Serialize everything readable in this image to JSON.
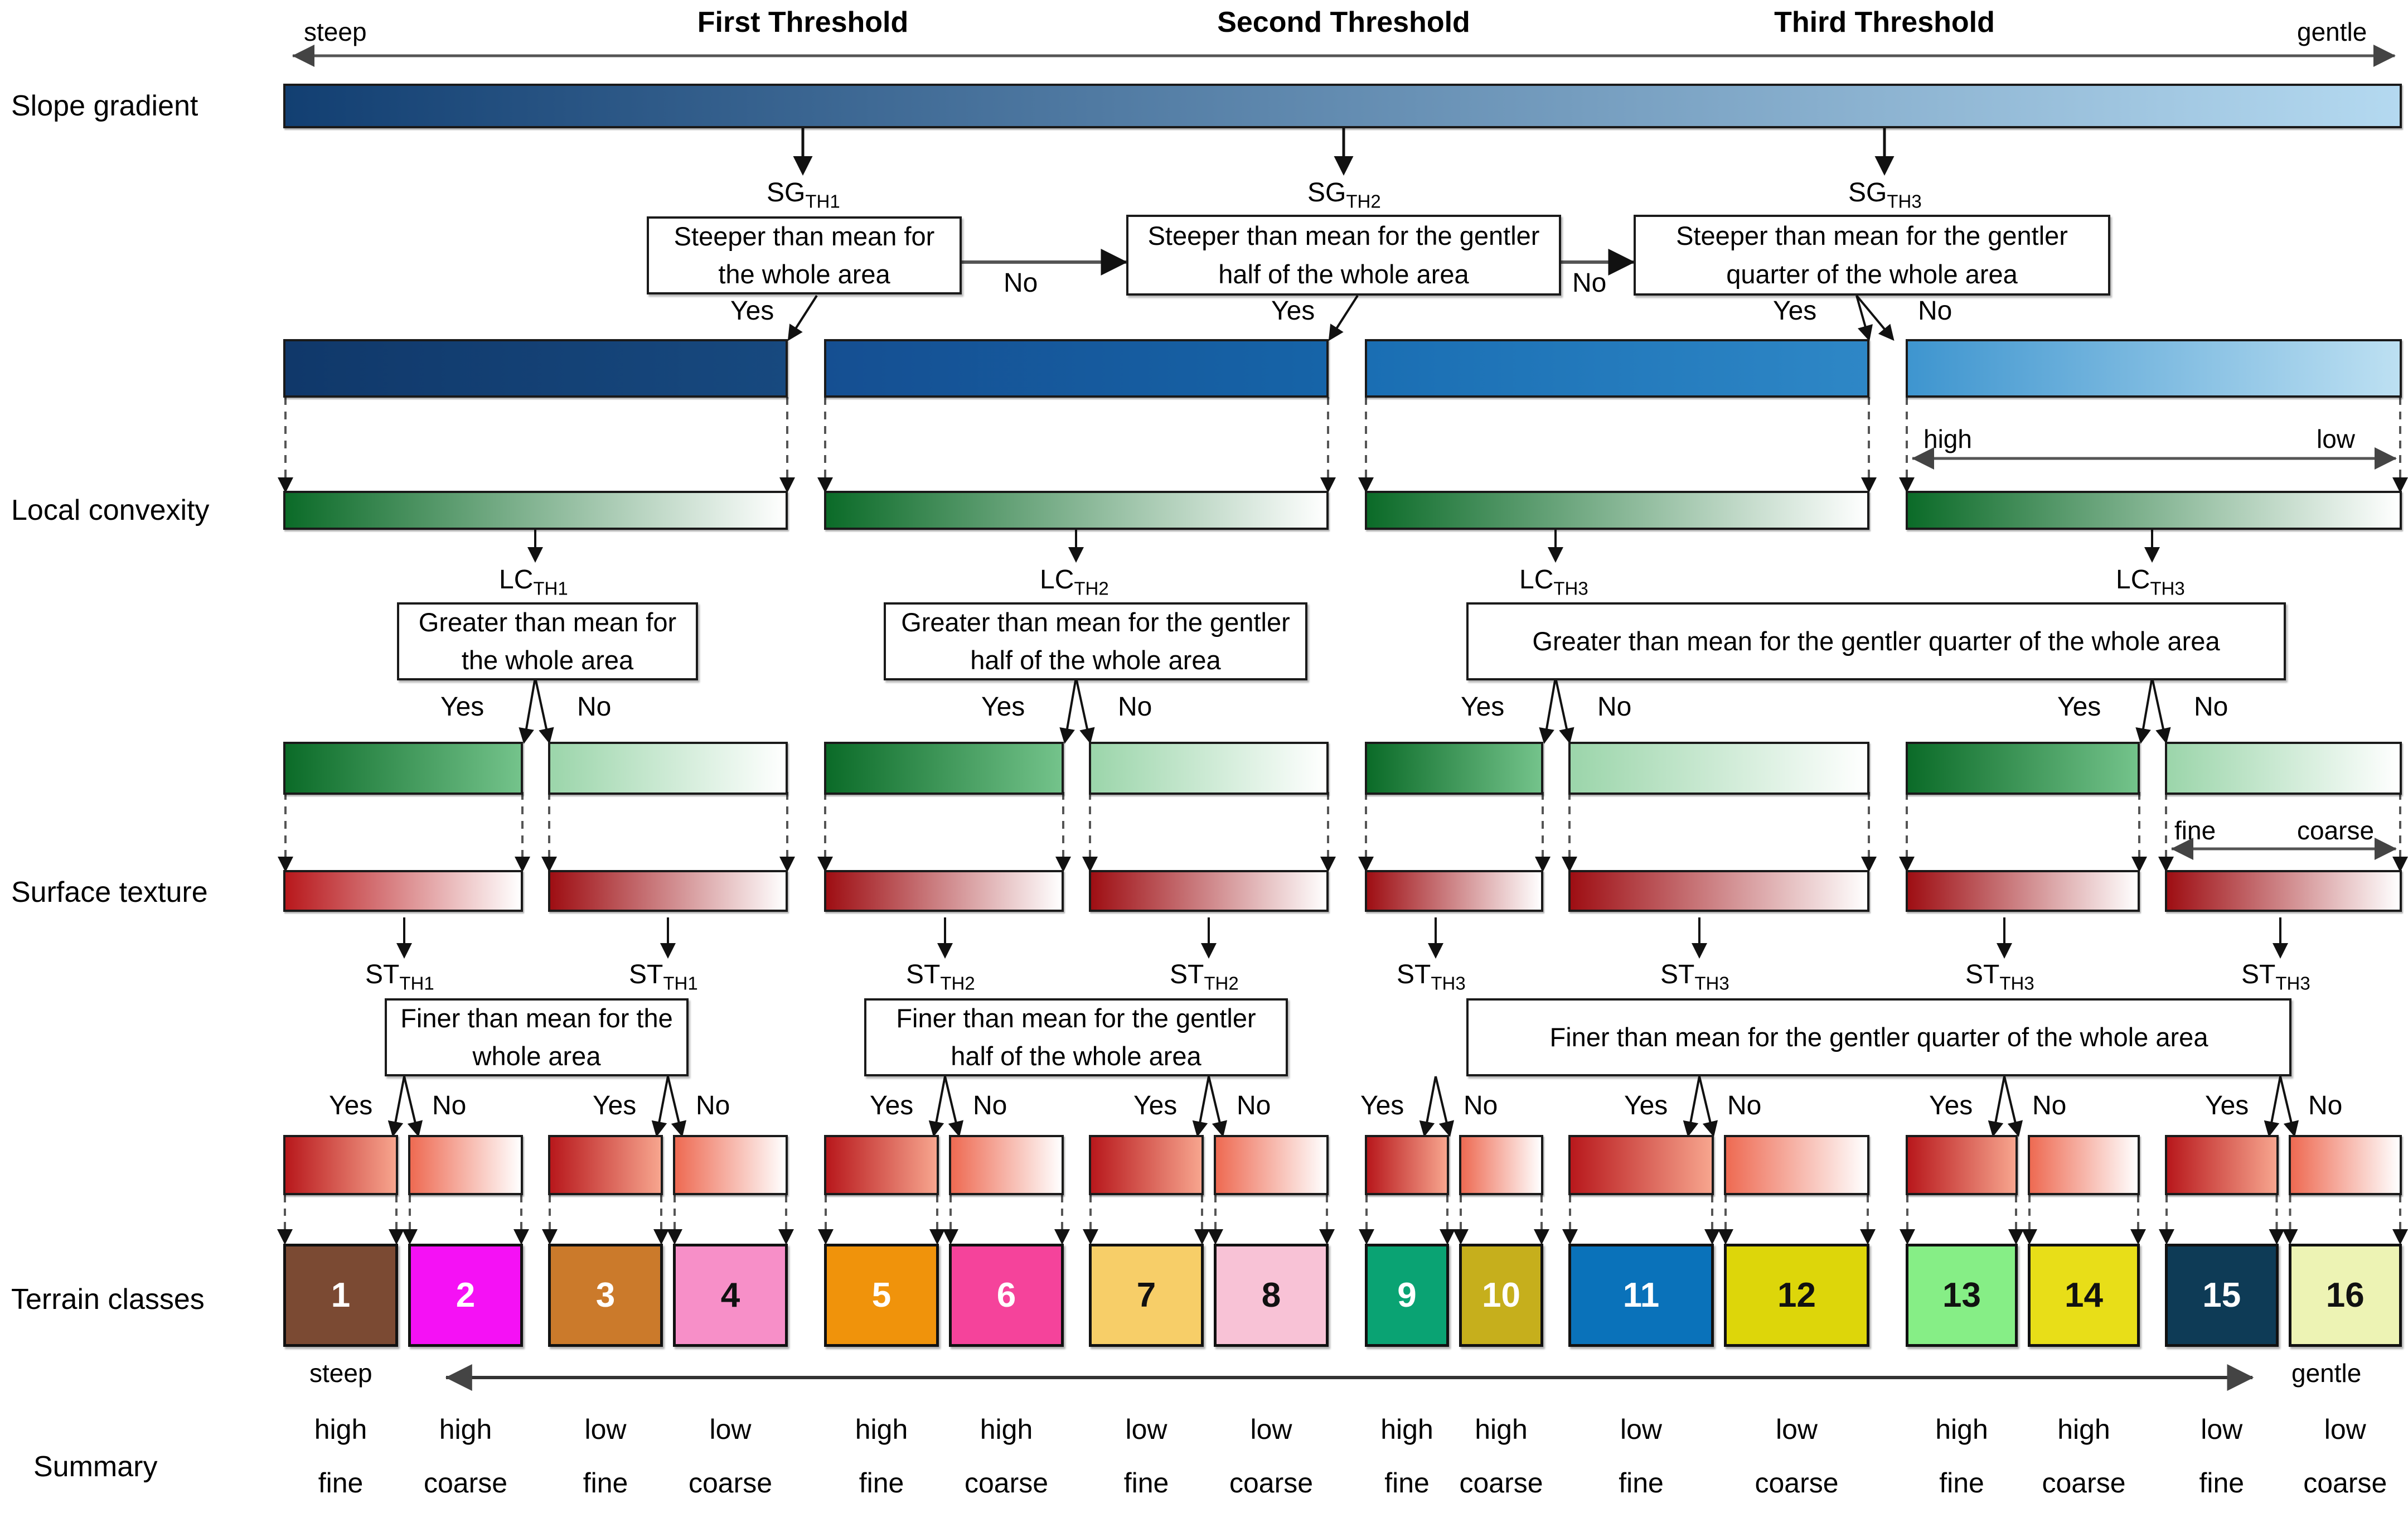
{
  "diagram": {
    "title_row_labels": [
      "First Threshold",
      "Second Threshold",
      "Third Threshold"
    ],
    "row_labels": {
      "slope": "Slope gradient",
      "convexity": "Local convexity",
      "texture": "Surface texture",
      "classes": "Terrain classes",
      "summary": "Summary"
    },
    "axis_top": {
      "left": "steep",
      "right": "gentle"
    },
    "axis_convexity": {
      "left": "high",
      "right": "low"
    },
    "axis_texture": {
      "left": "fine",
      "right": "coarse"
    },
    "axis_bottom": {
      "left": "steep",
      "right": "gentle"
    },
    "answers": {
      "yes": "Yes",
      "no": "No"
    },
    "sg_symbols": [
      "SG",
      "SG",
      "SG"
    ],
    "sg_subs": [
      "TH1",
      "TH2",
      "TH3"
    ],
    "lc_symbols": [
      "LC",
      "LC",
      "LC",
      "LC"
    ],
    "lc_subs": [
      "TH1",
      "TH2",
      "TH3",
      "TH3"
    ],
    "st_symbols": [
      "ST",
      "ST",
      "ST",
      "ST",
      "ST",
      "ST",
      "ST",
      "ST"
    ],
    "st_subs": [
      "TH1",
      "TH1",
      "TH2",
      "TH2",
      "TH3",
      "TH3",
      "TH3",
      "TH3"
    ],
    "sg_boxes": [
      "Steeper than mean for the whole area",
      "Steeper than mean for the gentler half of the whole area",
      "Steeper than mean for the gentler quarter of the whole area"
    ],
    "lc_boxes": [
      "Greater than mean for the whole area",
      "Greater than mean for the gentler half of the whole area",
      "Greater than mean for the  gentler quarter of the whole area"
    ],
    "st_boxes": [
      "Finer than mean for the whole area",
      "Finer than mean for the gentler half of the whole area",
      "Finer than mean for the gentler quarter of the whole area"
    ],
    "terrain_classes": [
      {
        "id": "1",
        "color": "#7B4A33",
        "text_color": "#ffffff"
      },
      {
        "id": "2",
        "color": "#F511F5",
        "text_color": "#ffffff"
      },
      {
        "id": "3",
        "color": "#CB7A2B",
        "text_color": "#ffffff"
      },
      {
        "id": "4",
        "color": "#F78FC8",
        "text_color": "#111111"
      },
      {
        "id": "5",
        "color": "#F0930B",
        "text_color": "#ffffff"
      },
      {
        "id": "6",
        "color": "#F5439B",
        "text_color": "#ffffff"
      },
      {
        "id": "7",
        "color": "#F7CE68",
        "text_color": "#111111"
      },
      {
        "id": "8",
        "color": "#F8C2D6",
        "text_color": "#111111"
      },
      {
        "id": "9",
        "color": "#0AA373",
        "text_color": "#ffffff"
      },
      {
        "id": "10",
        "color": "#C6AF1C",
        "text_color": "#ffffff"
      },
      {
        "id": "11",
        "color": "#0A72BA",
        "text_color": "#ffffff"
      },
      {
        "id": "12",
        "color": "#DDD60A",
        "text_color": "#111111"
      },
      {
        "id": "13",
        "color": "#86EE86",
        "text_color": "#111111"
      },
      {
        "id": "14",
        "color": "#E8DE18",
        "text_color": "#111111"
      },
      {
        "id": "15",
        "color": "#0E3B56",
        "text_color": "#ffffff"
      },
      {
        "id": "16",
        "color": "#EDF3B4",
        "text_color": "#111111"
      }
    ],
    "summary_cells": [
      {
        "top": "high",
        "bottom": "fine"
      },
      {
        "top": "high",
        "bottom": "coarse"
      },
      {
        "top": "low",
        "bottom": "fine"
      },
      {
        "top": "low",
        "bottom": "coarse"
      },
      {
        "top": "high",
        "bottom": "fine"
      },
      {
        "top": "high",
        "bottom": "coarse"
      },
      {
        "top": "low",
        "bottom": "fine"
      },
      {
        "top": "low",
        "bottom": "coarse"
      },
      {
        "top": "high",
        "bottom": "fine"
      },
      {
        "top": "high",
        "bottom": "coarse"
      },
      {
        "top": "low",
        "bottom": "fine"
      },
      {
        "top": "low",
        "bottom": "coarse"
      },
      {
        "top": "high",
        "bottom": "fine"
      },
      {
        "top": "high",
        "bottom": "coarse"
      },
      {
        "top": "low",
        "bottom": "fine"
      },
      {
        "top": "low",
        "bottom": "coarse"
      }
    ],
    "colors": {
      "slope_dark": "#123F72",
      "slope_light": "#AFD6EE",
      "convex_dark": "#0B6B28",
      "convex_light": "#FFFFFF",
      "texture_dark": "#9E0E13",
      "texture_light": "#FFFFFF"
    }
  }
}
